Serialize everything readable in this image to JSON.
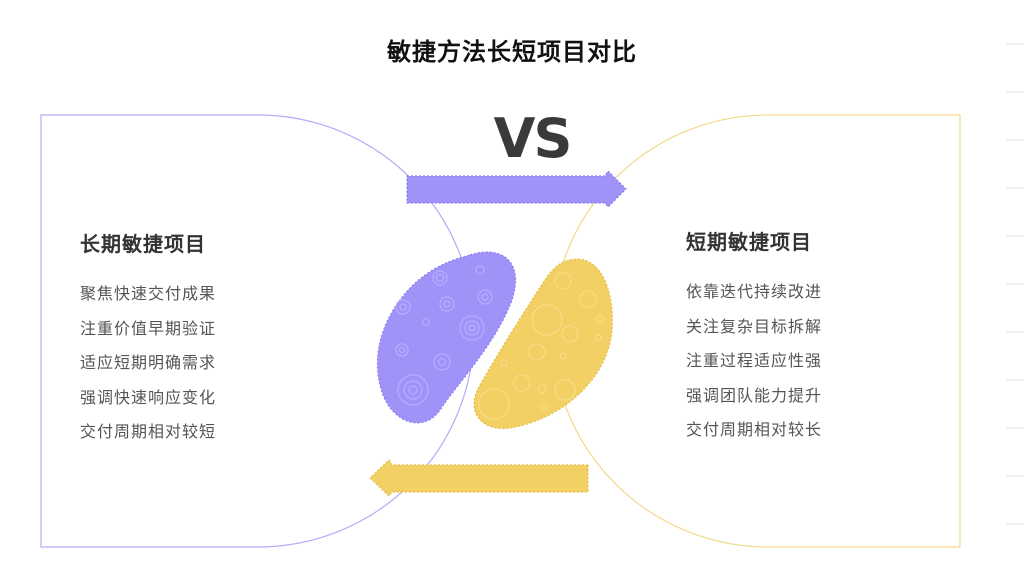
{
  "title": "敏捷方法长短项目对比",
  "vs_label": "VS",
  "colors": {
    "purple": "#a093f8",
    "purple_border": "#8b7cf0",
    "yellow": "#f2d064",
    "yellow_border": "#e5bd44",
    "text_dark": "#333333",
    "text_body": "#555555"
  },
  "left_panel": {
    "heading": "长期敏捷项目",
    "items": [
      "聚焦快速交付成果",
      "注重价值早期验证",
      "适应短期明确需求",
      "强调快速响应变化",
      "交付周期相对较短"
    ]
  },
  "right_panel": {
    "heading": "短期敏捷项目",
    "items": [
      "依靠迭代持续改进",
      "关注复杂目标拆解",
      "注重过程适应性强",
      "强调团队能力提升",
      "交付周期相对较长"
    ]
  },
  "icons": {
    "top_arrow": "arrow-right-icon",
    "bottom_arrow": "arrow-left-icon",
    "left_blob": "purple-blob-icon",
    "right_blob": "yellow-blob-icon"
  }
}
